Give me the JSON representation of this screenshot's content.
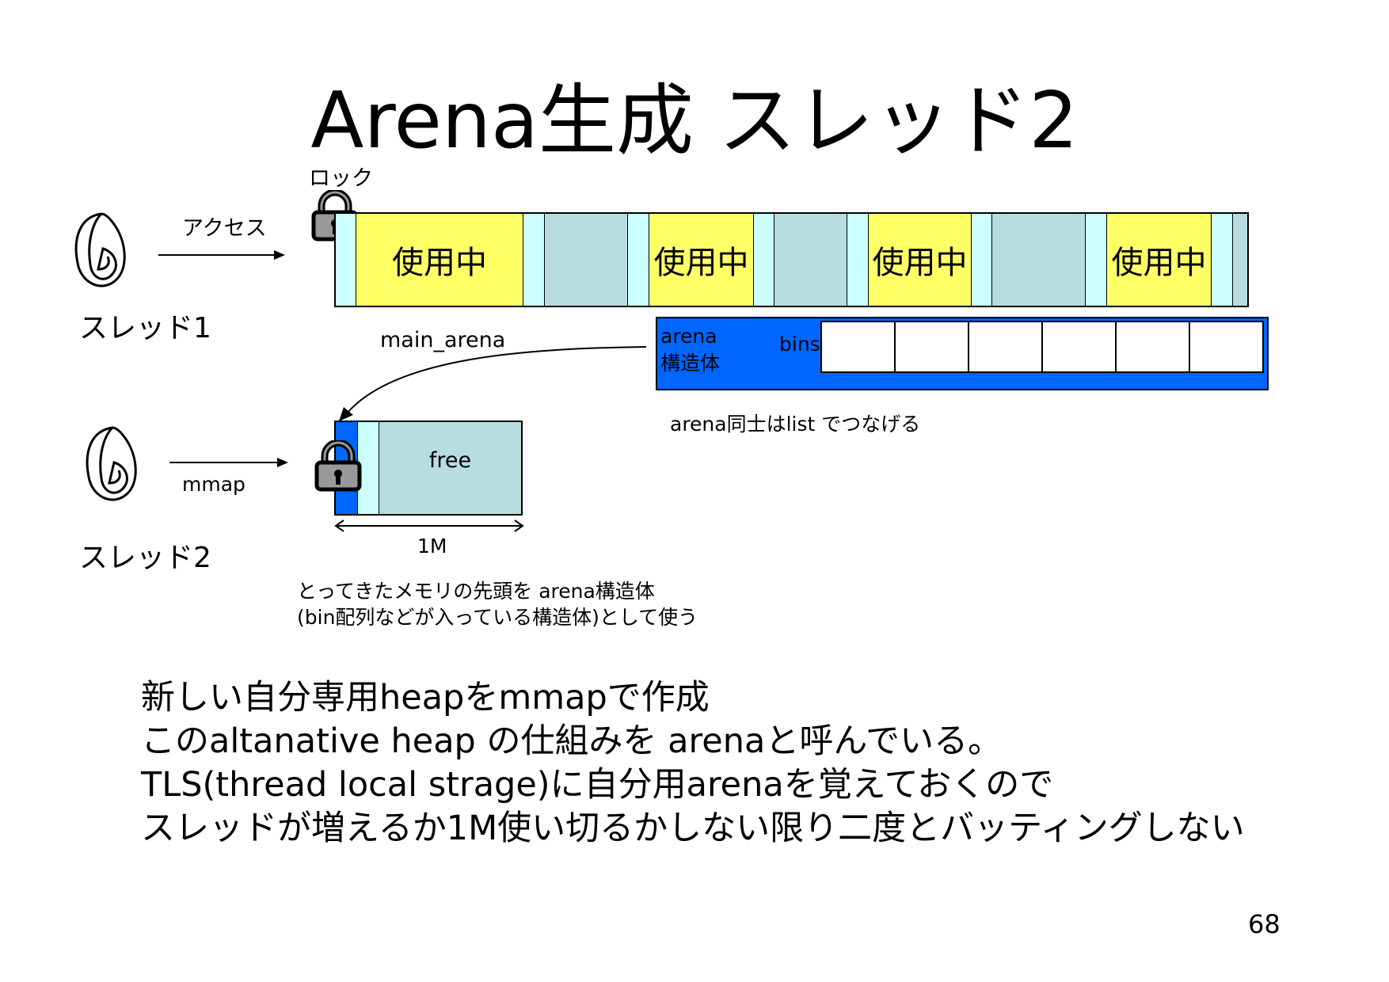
{
  "title": "Arena生成 スレッド2",
  "lock_label": "ロック",
  "access_label": "アクセス",
  "thread1_label": "スレッド1",
  "thread2_label": "スレッド2",
  "mmap_label": "mmap",
  "used_label": "使用中",
  "main_arena_label": "main_arena",
  "arena_struct_line1": "arena",
  "arena_struct_line2": "構造体",
  "bins_label": "bins",
  "list_note": "arena同士はlist でつなげる",
  "free_label": "free",
  "size_label": "1M",
  "note_line1": "とってきたメモリの先頭を arena構造体",
  "note_line2": "(bin配列などが入っている構造体)として使う",
  "body_lines": [
    "新しい自分専用heapをmmapで作成",
    "このaltanative heap の仕組みを arenaと呼んでいる。",
    "TLS(thread local strage)に自分用arenaを覚えておくので",
    "スレッドが増えるか1M使い切るかしない限り二度とバッティングしない"
  ],
  "page_number": "68",
  "colors": {
    "used": "#ffff66",
    "header": "#ccffff",
    "free": "#b8dde1",
    "arena_struct": "#0066ff",
    "lock_body": "#999999"
  },
  "icons": [
    "thread-spiral-icon",
    "padlock-icon",
    "arrow-icon"
  ]
}
